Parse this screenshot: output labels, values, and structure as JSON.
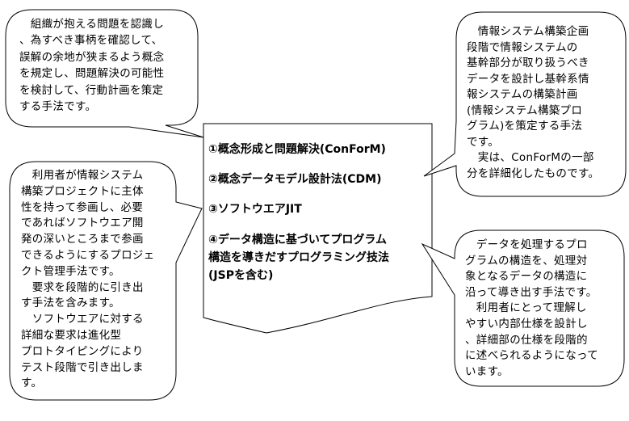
{
  "center_list": {
    "items": [
      {
        "lines": [
          "①概念形成と問題解決(ConForM)"
        ]
      },
      {
        "lines": [
          "②概念データモデル設計法(CDM)"
        ]
      },
      {
        "lines": [
          "③ソフトウエアJIT"
        ]
      },
      {
        "lines": [
          "④データ構造に基づいてプログラム",
          "構造を導きだすプログラミング技法",
          "(JSPを含む)"
        ]
      }
    ]
  },
  "callouts": {
    "conform": {
      "lines": [
        "　組織が抱える問題を認識し",
        "、為すべき事柄を確認して、",
        "誤解の余地が狭まるよう概念",
        "を規定し、問題解決の可能性",
        "を検討して、行動計画を策定",
        "する手法です。"
      ]
    },
    "cdm": {
      "lines": [
        "　情報システム構築企画",
        "段階で情報システムの",
        "基幹部分が取り扱うべき",
        "データを設計し基幹系情",
        "報システムの構築計画",
        "(情報システム構築プロ",
        "グラム)を策定する手法",
        "です。",
        "　実は、ConForMの一部",
        "分を詳細化したものです。"
      ]
    },
    "jit": {
      "lines": [
        "　利用者が情報システム",
        "構築プロジェクトに主体",
        "性を持って参画し、必要",
        "であればソフトウエア開",
        "発の深いところまで参画",
        "できるようにするプロジェ",
        "クト管理手法です。",
        "　要求を段階的に引き出",
        "す手法を含みます。",
        "　ソフトウエアに対する",
        "詳細な要求は進化型",
        "プロトタイピングにより",
        "テスト段階で引き出しま",
        "す。"
      ]
    },
    "jsp": {
      "lines": [
        "　データを処理するプロ",
        "グラムの構造を、処理対",
        "象となるデータの構造に",
        "沿って導き出す手法です。",
        "　利用者にとって理解し",
        "やすい内部仕様を設計し",
        "、詳細部の仕様を段階的",
        "に述べられるようになって",
        "います。"
      ]
    }
  }
}
